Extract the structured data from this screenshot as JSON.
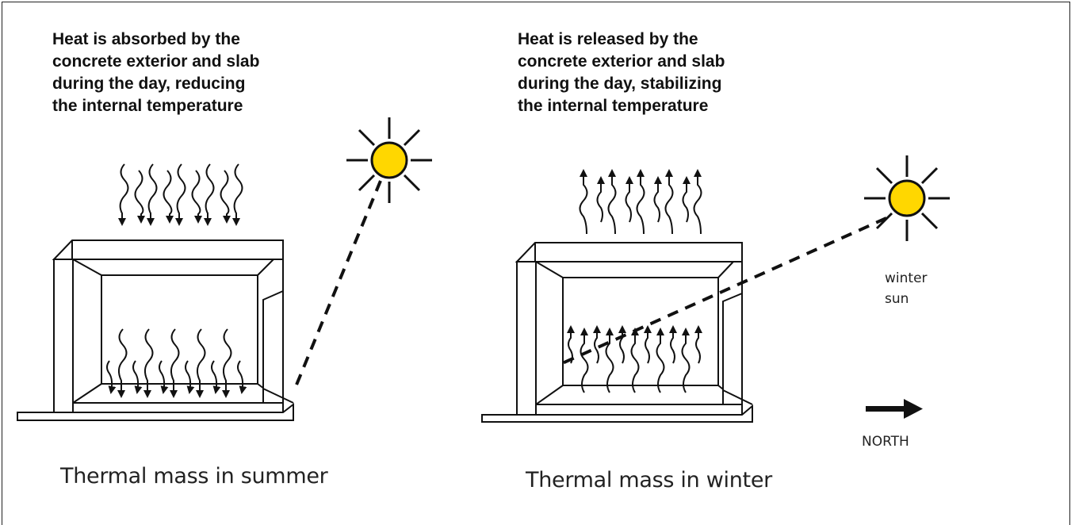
{
  "summer_panel": {
    "heading_lines": [
      "Heat is absorbed by the",
      "concrete exterior and slab",
      "during the day, reducing",
      "the internal temperature"
    ],
    "caption": "Thermal mass in summer"
  },
  "winter_panel": {
    "heading_lines": [
      "Heat is released by the",
      "concrete exterior and slab",
      "during the day, stabilizing",
      "the internal temperature"
    ],
    "caption": "Thermal mass in winter",
    "sun_label_lines": [
      "winter",
      "sun"
    ],
    "compass_label": "NORTH"
  },
  "colors": {
    "sun_fill": "#FFD700",
    "line": "#111111"
  }
}
